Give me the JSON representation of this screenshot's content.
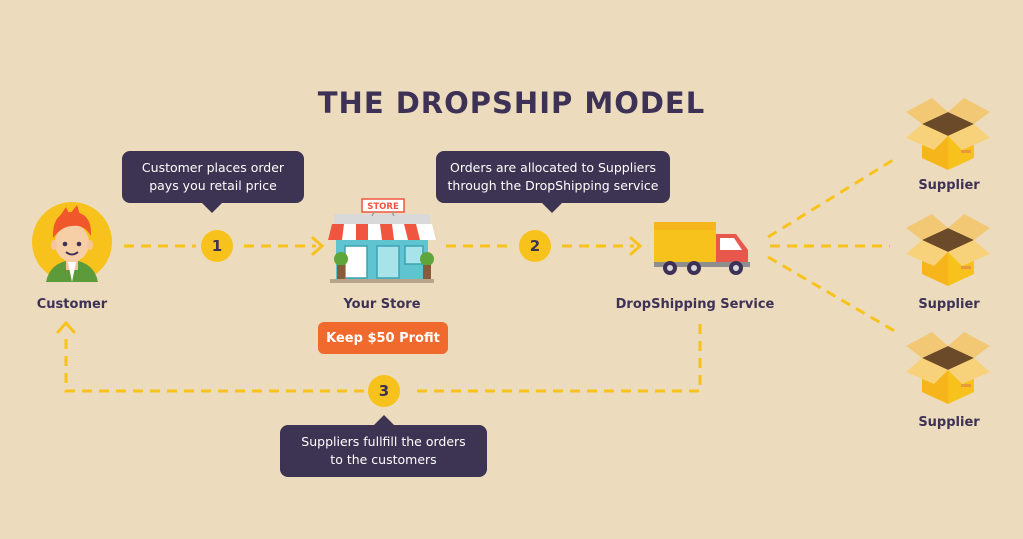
{
  "title": "THE DROPSHIP MODEL",
  "nodes": {
    "customer": "Customer",
    "store": "Your Store",
    "store_sign": "STORE",
    "service": "DropShipping Service",
    "suppliers": [
      "Supplier",
      "Supplier",
      "Supplier"
    ]
  },
  "steps": [
    {
      "number": "1",
      "line1": "Customer places order",
      "line2": "pays you retail price"
    },
    {
      "number": "2",
      "line1": "Orders are allocated to Suppliers",
      "line2": "through the DropShipping service"
    },
    {
      "number": "3",
      "line1": "Suppliers fullfill the orders",
      "line2": "to the customers"
    }
  ],
  "profit_label": "Keep $50 Profit",
  "colors": {
    "background": "#ecdcbd",
    "dark": "#3c3452",
    "accent_yellow": "#f8c21c",
    "profit_orange": "#f16a2d"
  },
  "icons": [
    "customer-avatar-icon",
    "store-front-icon",
    "delivery-truck-icon",
    "open-box-icon"
  ]
}
